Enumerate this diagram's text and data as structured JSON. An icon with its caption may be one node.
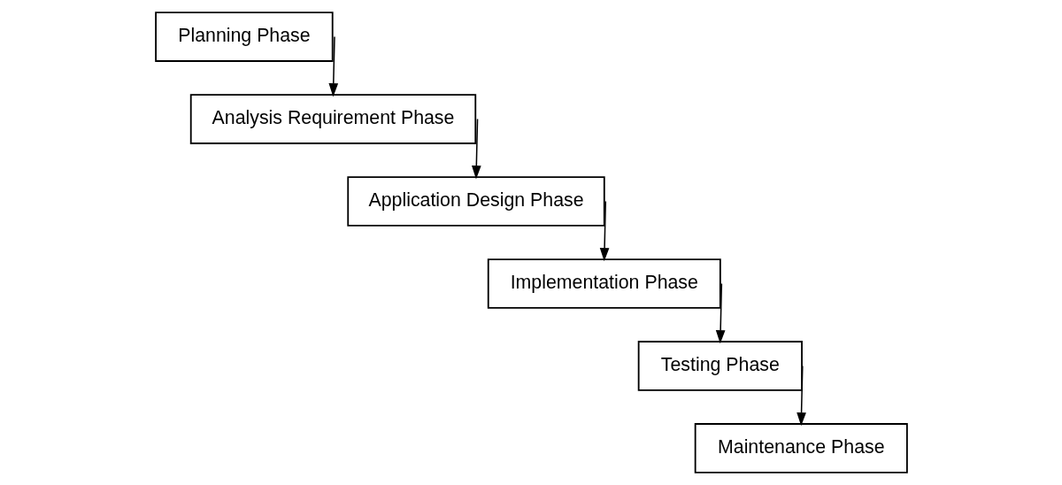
{
  "diagram": {
    "nodes": [
      {
        "text": [
          "Planning Phase"
        ]
      },
      {
        "text": [
          "Analysis Requirement Phase"
        ]
      },
      {
        "text": [
          "Application Design Phase"
        ]
      },
      {
        "text": [
          "Implementation Phase"
        ]
      },
      {
        "text": [
          "Testing Phase"
        ]
      },
      {
        "text": [
          "Maintenance Phase"
        ]
      }
    ],
    "edges": [
      {
        "from": 0,
        "to": 1,
        "arrow": "to"
      },
      {
        "from": 1,
        "to": 2,
        "arrow": "to"
      },
      {
        "from": 2,
        "to": 3,
        "arrow": "to"
      },
      {
        "from": 3,
        "to": 4,
        "arrow": "to"
      },
      {
        "from": 4,
        "to": 5,
        "arrow": "to"
      }
    ]
  }
}
